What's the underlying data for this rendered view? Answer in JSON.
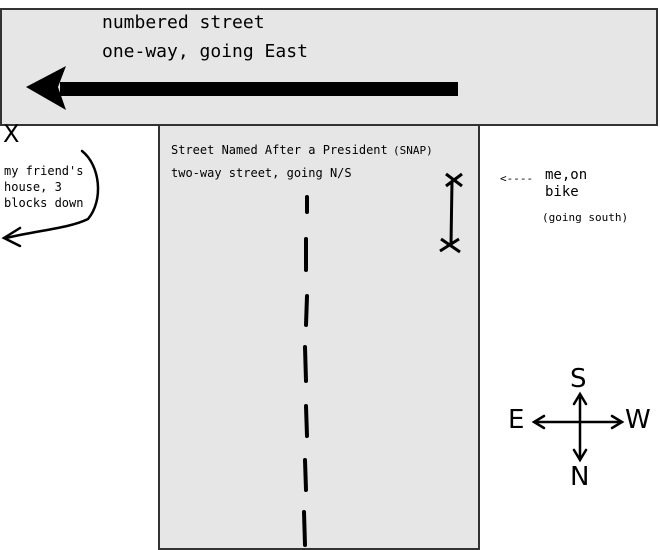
{
  "numbered_street": {
    "line1": "numbered street",
    "line2": "one-way, going East"
  },
  "snap": {
    "line1_prefix": "Street Named After a President",
    "line1_suffix": "(SNAP)",
    "line2": "two-way street, going N/S"
  },
  "friend": {
    "marker": "X",
    "line1": "my friend's",
    "line2": "house, 3",
    "line3": "blocks down"
  },
  "me": {
    "arrow": "<----",
    "line1": "me,on",
    "line2": "bike",
    "line3": "(going south)"
  },
  "compass": {
    "top": "S",
    "left": "E",
    "right": "W",
    "bottom": "N"
  }
}
